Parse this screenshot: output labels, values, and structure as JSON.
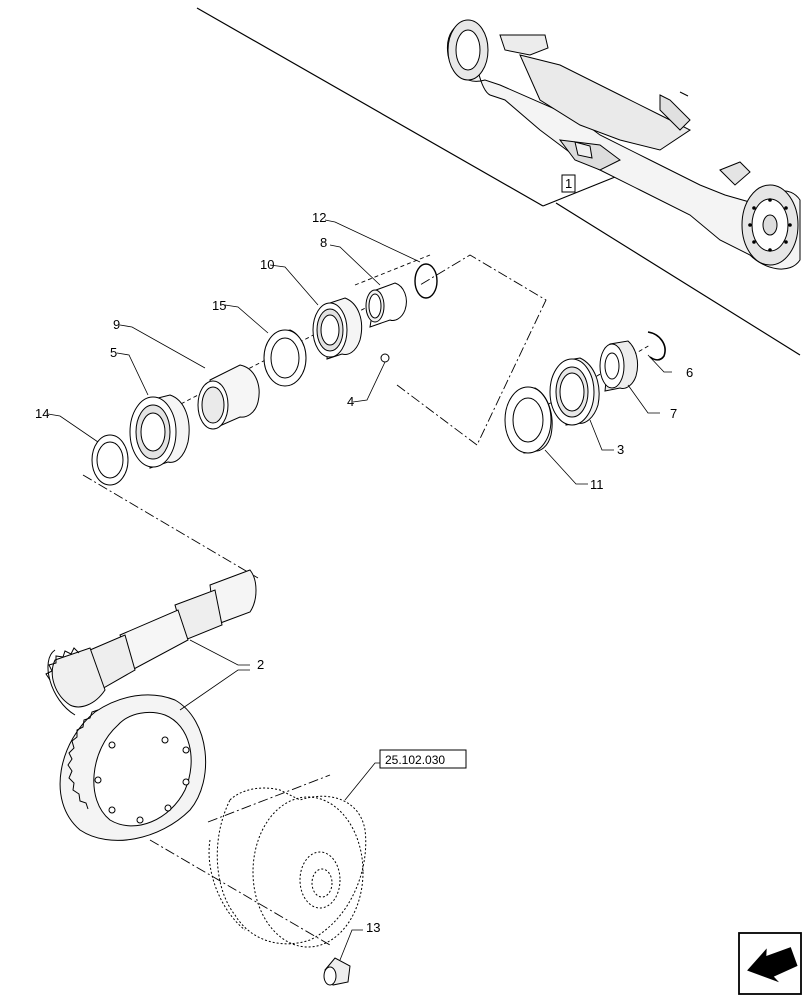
{
  "diagram": {
    "callouts": [
      {
        "id": "c1",
        "label": "1"
      },
      {
        "id": "c2",
        "label": "2"
      },
      {
        "id": "c3",
        "label": "3"
      },
      {
        "id": "c4",
        "label": "4"
      },
      {
        "id": "c5",
        "label": "5"
      },
      {
        "id": "c6",
        "label": "6"
      },
      {
        "id": "c7",
        "label": "7"
      },
      {
        "id": "c8",
        "label": "8"
      },
      {
        "id": "c9",
        "label": "9"
      },
      {
        "id": "c10",
        "label": "10"
      },
      {
        "id": "c11",
        "label": "11"
      },
      {
        "id": "c12",
        "label": "12"
      },
      {
        "id": "c13",
        "label": "13"
      },
      {
        "id": "c14",
        "label": "14"
      },
      {
        "id": "c15",
        "label": "15"
      }
    ],
    "reference_box": "25.102.030"
  },
  "colors": {
    "line": "#000000",
    "background": "#ffffff"
  }
}
